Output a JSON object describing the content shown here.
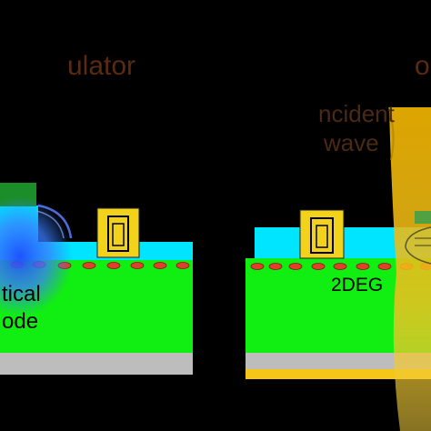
{
  "labels": {
    "left_top": "ulator",
    "right_top": "o",
    "incident_line1": "ncident",
    "incident_line2": "wave",
    "optical_line1": "tical",
    "optical_line2": "ode",
    "twodeg": "2DEG"
  },
  "colors": {
    "background": "#000000",
    "substrate": "#11ee11",
    "barrier": "#00e5ff",
    "gate_metal": "#f2d21b",
    "ohmic_contact": "#1b8e2a",
    "electrons": "#e0402a",
    "base": "#bdbdbd",
    "backside_metal": "#f5c518",
    "label_orange": "#5a2a12",
    "beam": "#f0b800"
  }
}
